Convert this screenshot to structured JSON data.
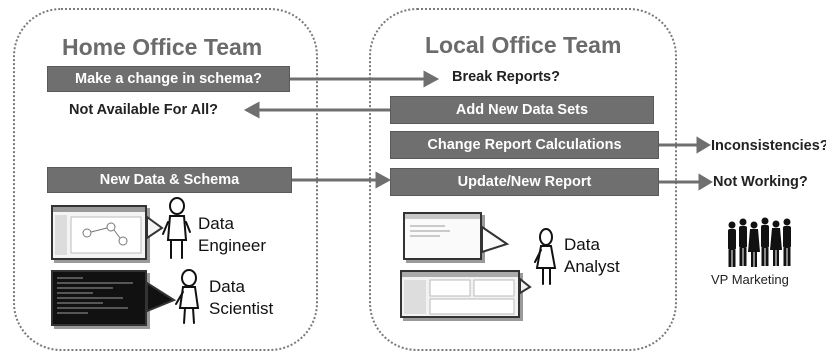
{
  "home_team": {
    "title": "Home Office Team",
    "engineer_label": [
      "Data",
      "Engineer"
    ],
    "scientist_label": [
      "Data",
      "Scientist"
    ]
  },
  "local_team": {
    "title": "Local Office Team",
    "analyst_label": [
      "Data",
      "Analyst"
    ]
  },
  "flows": {
    "make_change": "Make a change in schema?",
    "break_reports": "Break Reports?",
    "not_available": "Not Available For All?",
    "add_datasets": "Add New Data Sets",
    "change_calc": "Change Report Calculations",
    "inconsistencies": "Inconsistencies?",
    "new_data": "New Data & Schema",
    "update_report": "Update/New Report",
    "not_working": "Not Working?"
  },
  "vp": {
    "label": "VP Marketing"
  },
  "icons": [
    "stick-figure-icon",
    "screenshot-thumbnail",
    "people-group-icon"
  ]
}
